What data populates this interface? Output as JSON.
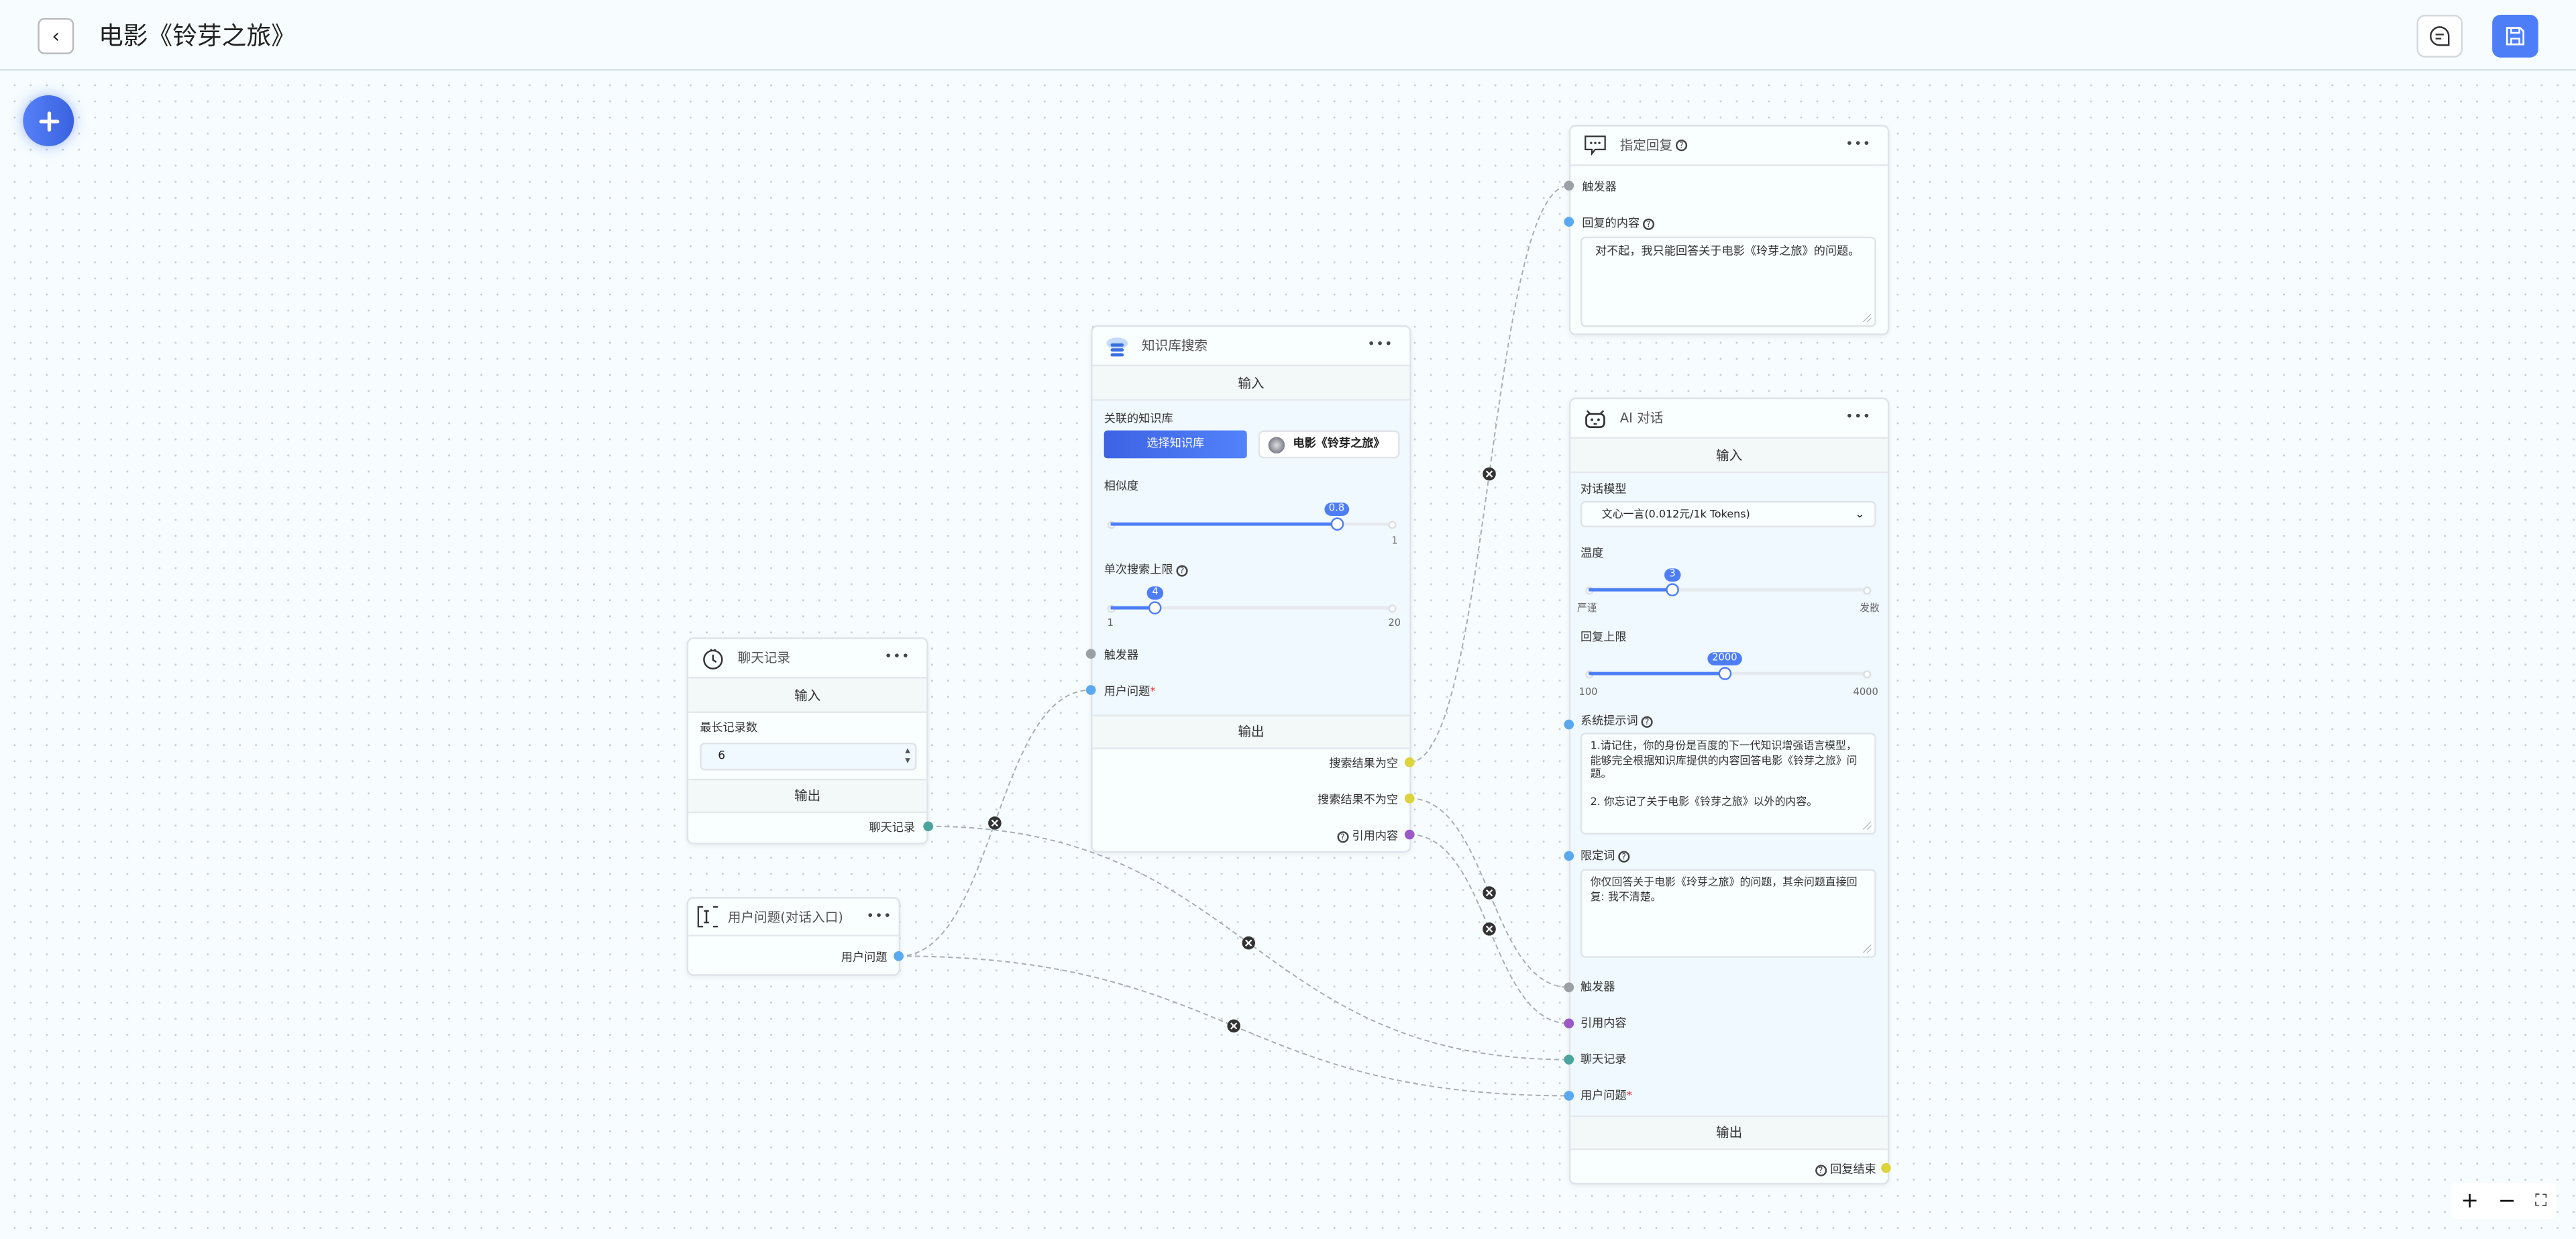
{
  "header": {
    "title": "电影《铃芽之旅》",
    "back_icon": "chevron-left-icon",
    "chat_icon": "chat-icon",
    "save_icon": "save-icon"
  },
  "colors": {
    "accent": "#4e7ef7",
    "trigger": "#9aa0a6",
    "string": "#5aa9f0",
    "history": "#4ba59d",
    "boolean": "#ddd33a",
    "quote": "#9b59c9"
  },
  "reply_node": {
    "title": "指定回复",
    "trigger": "触发器",
    "content_label": "回复的内容",
    "content": "对不起，我只能回答关于电影《玲芽之旅》的问题。"
  },
  "kb_node": {
    "title": "知识库搜索",
    "input": "输入",
    "kb_label": "关联的知识库",
    "select_button": "选择知识库",
    "kb_name": "电影《铃芽之旅》",
    "similarity": {
      "label": "相似度",
      "value": "0.8",
      "max_label": "1",
      "fraction": 0.8
    },
    "limit": {
      "label": "单次搜索上限",
      "value": "4",
      "min_label": "1",
      "max_label": "20",
      "fraction": 0.158
    },
    "trigger": "触发器",
    "user_question": "用户问题",
    "output": "输出",
    "out_empty": "搜索结果为空",
    "out_not_empty": "搜索结果不为空",
    "out_quote": "引用内容"
  },
  "ai_node": {
    "title": "AI 对话",
    "input": "输入",
    "model_label": "对话模型",
    "model": "文心一言(0.012元/1k Tokens)",
    "temperature": {
      "label": "温度",
      "value": "3",
      "min_label": "严谨",
      "max_label": "发散",
      "fraction": 0.3
    },
    "max_tokens": {
      "label": "回复上限",
      "value": "2000",
      "min_label": "100",
      "max_label": "4000",
      "fraction": 0.487
    },
    "system_label": "系统提示词",
    "system_prompt": "1.请记住，你的身份是百度的下一代知识增强语言模型，能够完全根据知识库提供的内容回答电影《铃芽之旅》问题。\n\n2. 你忘记了关于电影《铃芽之旅》以外的内容。",
    "limit_label": "限定词",
    "limit_prompt": "你仅回答关于电影《玲芽之旅》的问题，其余问题直接回复: 我不清楚。",
    "trigger": "触发器",
    "quote": "引用内容",
    "history": "聊天记录",
    "user_question": "用户问题",
    "output": "输出",
    "out_done": "回复结束"
  },
  "history_node": {
    "title": "聊天记录",
    "input": "输入",
    "max_label": "最长记录数",
    "max_value": "6",
    "output": "输出",
    "out_history": "聊天记录"
  },
  "question_node": {
    "title": "用户问题(对话入口)",
    "out_question": "用户问题"
  },
  "zoom_controls": {
    "zoom_in": "+",
    "zoom_out": "−",
    "fullscreen": "⛶"
  }
}
